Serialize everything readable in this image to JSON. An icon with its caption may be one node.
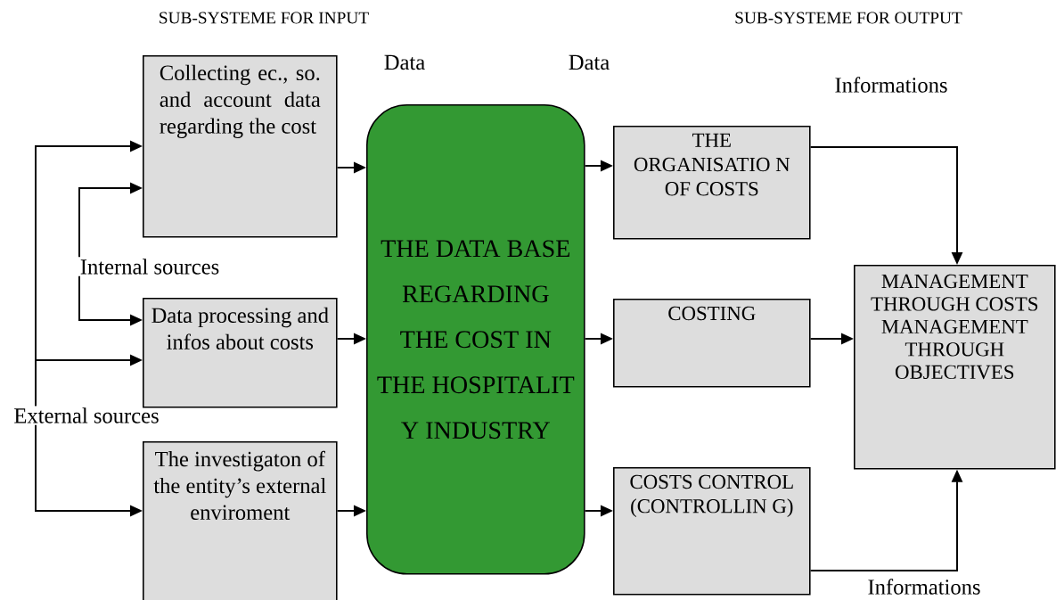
{
  "diagram": {
    "nodes": [
      {
        "text": [
          "Collecting ec., so. and account data regarding the cost"
        ]
      },
      {
        "text": [
          "Data processing and infos about costs"
        ]
      },
      {
        "text": [
          "The investigaton of the entity’s external enviroment"
        ]
      },
      {
        "text": [
          "THE DATA BASE REGARDING THE COST IN THE HOSPITALIT Y INDUSTRY"
        ]
      },
      {
        "text": [
          "THE ORGANISATIO N OF COSTS"
        ]
      },
      {
        "text": [
          "COSTING"
        ]
      },
      {
        "text": [
          "COSTS CONTROL (CONTROLLIN G)"
        ]
      },
      {
        "text": [
          "MANAGEMENT THROUGH COSTS MANAGEMENT THROUGH OBJECTIVES"
        ]
      },
      {
        "text": [
          "Internal sources"
        ]
      },
      {
        "text": [
          "External sources"
        ]
      }
    ],
    "edges": [
      {
        "from": 8,
        "to": 0,
        "arrow": "to"
      },
      {
        "from": 8,
        "to": 1,
        "arrow": "to"
      },
      {
        "from": 9,
        "to": 0,
        "arrow": "to"
      },
      {
        "from": 9,
        "to": 1,
        "arrow": "to"
      },
      {
        "from": 9,
        "to": 2,
        "arrow": "to"
      },
      {
        "from": 0,
        "to": 3,
        "arrow": "to"
      },
      {
        "from": 1,
        "to": 3,
        "arrow": "to"
      },
      {
        "from": 2,
        "to": 3,
        "arrow": "to"
      },
      {
        "from": 3,
        "to": 4,
        "arrow": "to"
      },
      {
        "from": 3,
        "to": 5,
        "arrow": "to"
      },
      {
        "from": 3,
        "to": 6,
        "arrow": "to"
      },
      {
        "from": 4,
        "to": 7,
        "arrow": "to"
      },
      {
        "from": 5,
        "to": 7,
        "arrow": "to"
      },
      {
        "from": 6,
        "to": 7,
        "arrow": "to"
      }
    ],
    "labels": [
      "SUB-SYSTEME FOR INPUT",
      "SUB-SYSTEME FOR OUTPUT",
      "Data",
      "Data",
      "Informations",
      "Informations"
    ]
  }
}
